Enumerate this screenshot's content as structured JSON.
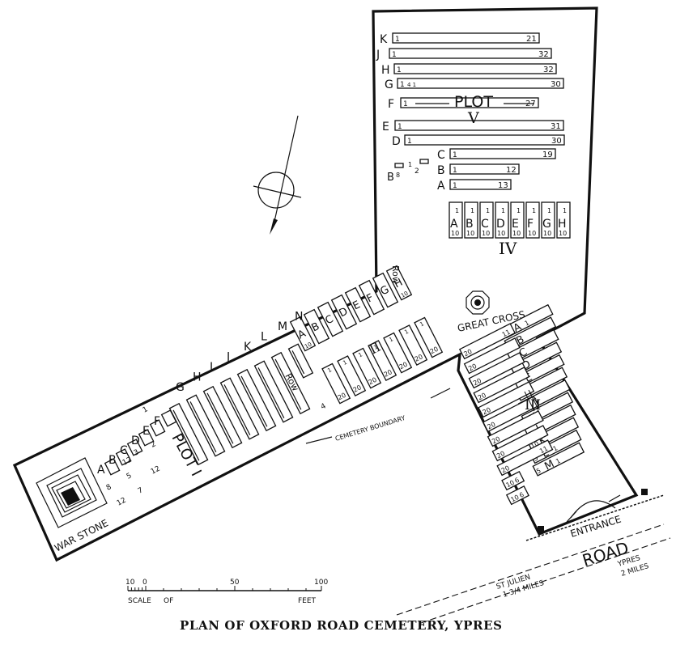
{
  "title": "PLAN OF OXFORD ROAD CEMETERY, YPRES",
  "colors": {
    "ink": "#111111",
    "paper": "#ffffff"
  },
  "plot_v": {
    "label_plot": "PLOT",
    "label_v": "V",
    "rows": [
      {
        "letter": "K",
        "first": "1",
        "last": "21"
      },
      {
        "letter": "J",
        "first": "1",
        "last": "32"
      },
      {
        "letter": "H",
        "first": "1",
        "last": "32"
      },
      {
        "letter": "G",
        "first": "1",
        "last": "30",
        "extra": "4 1"
      },
      {
        "letter": "F",
        "first": "1",
        "last": "27"
      },
      {
        "letter": "E",
        "first": "1",
        "last": "31"
      },
      {
        "letter": "D",
        "first": "1",
        "last": "30"
      },
      {
        "letter": "C",
        "first": "1",
        "last": "19"
      },
      {
        "letter": "B",
        "first": "1",
        "last": "12"
      },
      {
        "letter": "A",
        "first": "1",
        "last": "13"
      }
    ],
    "small_b": {
      "letter": "B",
      "sub": "8",
      "n": "1"
    },
    "small_two": "2"
  },
  "plot_iv": {
    "label": "IV",
    "rows": [
      {
        "letter": "A",
        "top": "1",
        "bottom": "10"
      },
      {
        "letter": "B",
        "top": "1",
        "bottom": "10"
      },
      {
        "letter": "C",
        "top": "1",
        "bottom": "10"
      },
      {
        "letter": "D",
        "top": "1",
        "bottom": "10"
      },
      {
        "letter": "E",
        "top": "1",
        "bottom": "10"
      },
      {
        "letter": "F",
        "top": "1",
        "bottom": "10"
      },
      {
        "letter": "G",
        "top": "1",
        "bottom": "10"
      },
      {
        "letter": "H",
        "top": "1",
        "bottom": "10"
      }
    ]
  },
  "plot_ii": {
    "label": "II",
    "row_label": "Row",
    "upper_rows": [
      {
        "letter": "A",
        "num": "10"
      },
      {
        "letter": "B",
        "num": ""
      },
      {
        "letter": "C",
        "num": ""
      },
      {
        "letter": "D",
        "num": ""
      },
      {
        "letter": "E",
        "num": ""
      },
      {
        "letter": "F",
        "num": ""
      },
      {
        "letter": "G",
        "num": ""
      },
      {
        "letter": "H",
        "num": "10"
      }
    ],
    "lower_rows": [
      {
        "top": "1",
        "bottom": "20"
      },
      {
        "top": "1",
        "bottom": "20"
      },
      {
        "top": "1",
        "bottom": "20"
      },
      {
        "top": "1",
        "bottom": "20"
      },
      {
        "top": "1",
        "bottom": "20"
      },
      {
        "top": "1",
        "bottom": "20"
      },
      {
        "top": "1",
        "bottom": "20"
      }
    ]
  },
  "plot_iii": {
    "label": "III",
    "rows": [
      {
        "letter": "A",
        "first": "10",
        "last": "1"
      },
      {
        "letter": "B",
        "first": "",
        "last": ""
      },
      {
        "letter": "C",
        "first": "",
        "last": ""
      },
      {
        "letter": "D",
        "first": "",
        "last": ""
      },
      {
        "letter": "E",
        "first": "",
        "last": ""
      },
      {
        "letter": "F",
        "first": "",
        "last": ""
      },
      {
        "letter": "G",
        "first": "",
        "last": ""
      },
      {
        "letter": "H",
        "first": "",
        "last": ""
      },
      {
        "letter": "J",
        "first": "",
        "last": ""
      },
      {
        "letter": "K",
        "first": "10",
        "last": ""
      },
      {
        "letter": "L",
        "first": "5",
        "last": "1"
      },
      {
        "letter": "M",
        "first": "5",
        "last": "1"
      }
    ],
    "left_rows": [
      {
        "first": "20",
        "last": "11"
      },
      {
        "first": "20",
        "last": ""
      },
      {
        "first": "20",
        "last": ""
      },
      {
        "first": "20",
        "last": ""
      },
      {
        "first": "20",
        "last": ""
      },
      {
        "first": "20",
        "last": ""
      },
      {
        "first": "20",
        "last": ""
      },
      {
        "first": "20",
        "last": ""
      },
      {
        "first": "20",
        "last": "11"
      },
      {
        "first": "10",
        "last": "6"
      },
      {
        "first": "10",
        "last": "6"
      }
    ]
  },
  "plot_i": {
    "label": "PLOT I",
    "row_label": "Row",
    "rows": [
      {
        "letter": "A"
      },
      {
        "letter": "B"
      },
      {
        "letter": "C"
      },
      {
        "letter": "D"
      },
      {
        "letter": "E"
      },
      {
        "letter": "F"
      },
      {
        "letter": "G"
      },
      {
        "letter": "H"
      },
      {
        "letter": "I"
      },
      {
        "letter": "J"
      },
      {
        "letter": "K"
      },
      {
        "letter": "L"
      },
      {
        "letter": "M"
      },
      {
        "letter": "N"
      }
    ],
    "numbers": [
      "8",
      "12",
      "5",
      "7",
      "12",
      "3",
      "12",
      "1",
      "2",
      "4"
    ]
  },
  "labels": {
    "great_cross": "GREAT CROSS",
    "war_stone": "WAR STONE",
    "cemetery_boundary": "CEMETERY BOUNDARY",
    "entrance": "ENTRANCE",
    "road": "ROAD",
    "st_julien_1": "ST JULIEN",
    "st_julien_2": "1 3/4 MILES",
    "ypres_1": "YPRES",
    "ypres_2": "2 MILES"
  },
  "scale": {
    "ticks": [
      "10",
      "0",
      "50",
      "100"
    ],
    "left_label": "SCALE",
    "of_label": "OF",
    "unit_label": "FEET"
  },
  "north_arrow": {
    "icon": "north-arrow-icon"
  }
}
